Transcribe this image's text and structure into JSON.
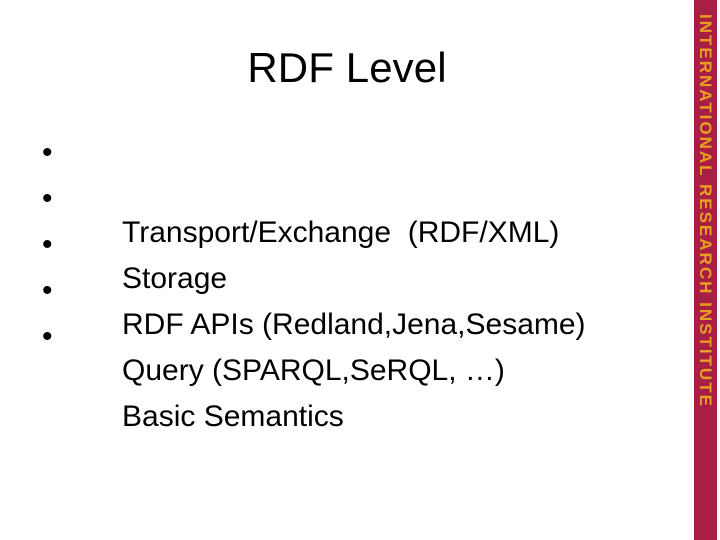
{
  "slide": {
    "title": "RDF Level",
    "bullet_marker": "•",
    "bullets": [
      {
        "text": "Transport/Exchange  (RDF/XML)"
      },
      {
        "text": "Storage"
      },
      {
        "text": "RDF APIs (Redland,Jena,Sesame)"
      },
      {
        "text": "Query (SPARQL,SeRQL, …)"
      },
      {
        "text": "Basic Semantics"
      }
    ],
    "side_band": {
      "text": "INTERNATIONAL RESEARCH INSTITUTE",
      "background_color": "#a81e45",
      "text_color": "#e8a020"
    },
    "background_color": "#ffffff",
    "text_color": "#000000"
  }
}
